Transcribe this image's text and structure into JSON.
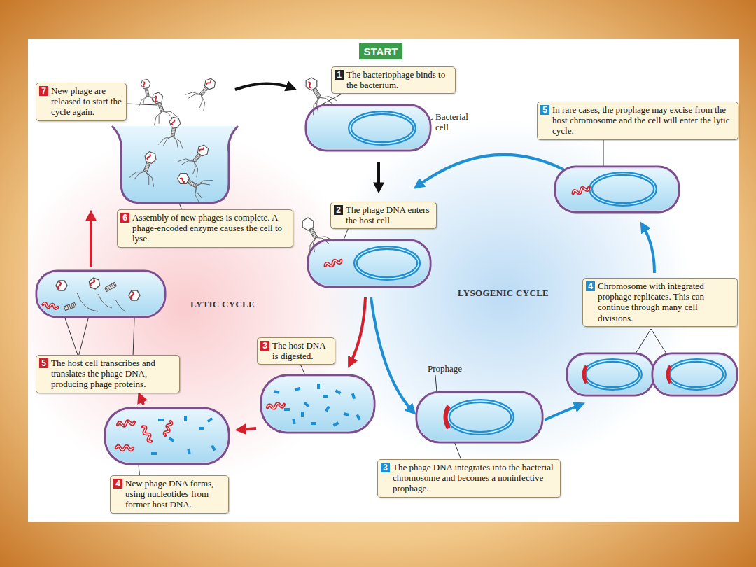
{
  "diagram": {
    "nodes": [
      {
        "text": [
          "START"
        ]
      },
      {
        "text": [
          "1",
          "The bacteriophage binds to the bacterium."
        ]
      },
      {
        "text": [
          "7",
          "New phage are released to start the cycle again."
        ]
      },
      {
        "text": [
          "5",
          "In rare cases, the prophage may excise from the host chromosome and the cell will enter the lytic cycle."
        ]
      },
      {
        "text": [
          "6",
          "Assembly of new phages is complete. A phage-encoded enzyme causes the cell to lyse."
        ]
      },
      {
        "text": [
          "2",
          "The phage DNA enters the host cell."
        ]
      },
      {
        "text": [
          "4",
          "Chromosome with integrated prophage replicates. This can continue through many cell divisions."
        ]
      },
      {
        "text": [
          "3",
          "The host DNA is digested."
        ]
      },
      {
        "text": [
          "5",
          "The host cell transcribes and translates the phage DNA, producing phage proteins."
        ]
      },
      {
        "text": [
          "3",
          "The phage DNA integrates into the bacterial chromosome and becomes a noninfective prophage."
        ]
      },
      {
        "text": [
          "4",
          "New phage DNA forms, using nucleotides from former host DNA."
        ]
      }
    ],
    "labels": [
      "Bacterial cell",
      "LYTIC CYCLE",
      "LYSOGENIC CYCLE",
      "Prophage"
    ]
  }
}
